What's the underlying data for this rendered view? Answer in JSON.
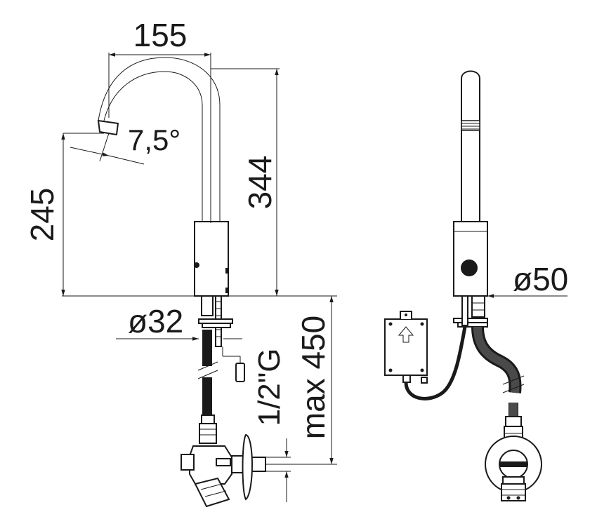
{
  "dimensions": {
    "width_155": "155",
    "angle": "7,5°",
    "height_245": "245",
    "height_344": "344",
    "dia_32": "ø32",
    "thread": "1/2\"G",
    "max_450": "max 450",
    "dia_50": "ø50"
  },
  "colors": {
    "line": "#1a1a1a",
    "hose": "#4a4a4a",
    "background": "#ffffff"
  }
}
